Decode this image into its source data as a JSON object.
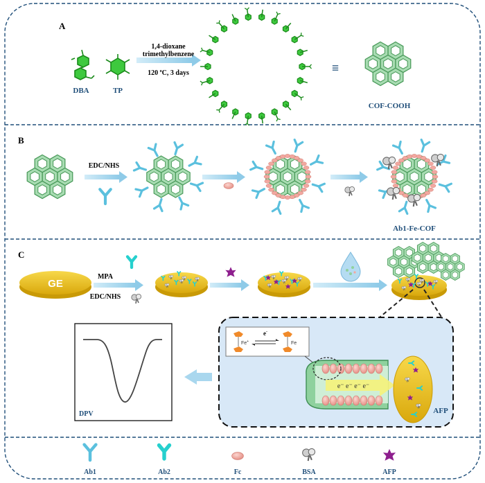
{
  "panel_a": {
    "letter": "A",
    "reactant_1": "DBA",
    "reactant_2": "TP",
    "solvent_line_1": "1,4-dioxane",
    "solvent_line_2": "trimethylbenzene",
    "condition_prefix": "120 ",
    "condition_degree": "o",
    "condition_suffix": "C, 3 days",
    "equivalence_symbol": "≡",
    "product": "COF-COOH"
  },
  "panel_b": {
    "letter": "B",
    "coupling_reagent": "EDC/NHS",
    "product": "Ab1-Fe-COF"
  },
  "panel_c": {
    "letter": "C",
    "electrode": "GE",
    "step1_top": "MPA",
    "step1_bottom": "EDC/NHS",
    "electron_label": "e",
    "electron_sup": "-",
    "fc_plus": "Fe",
    "fc_plus_sup": "+",
    "fc": "Fe",
    "channel_electrons": "e⁻ e⁻ e⁻ e⁻",
    "target": "AFP",
    "plot_label": "DPV"
  },
  "legend": {
    "items": [
      "Ab1",
      "Ab2",
      "Fc",
      "BSA",
      "AFP"
    ]
  },
  "colors": {
    "frame": "#1f4e79",
    "cof": "#8fd19e",
    "ab1": "#5bc0de",
    "ab2": "#26d0ce",
    "fc": "#f2a8a0",
    "bsa": "#9a9a9a",
    "afp": "#8e1f8e",
    "electrode": "#f2c21a",
    "arrow": "#a9d7ee",
    "detail_bg": "#d8e8f7"
  }
}
